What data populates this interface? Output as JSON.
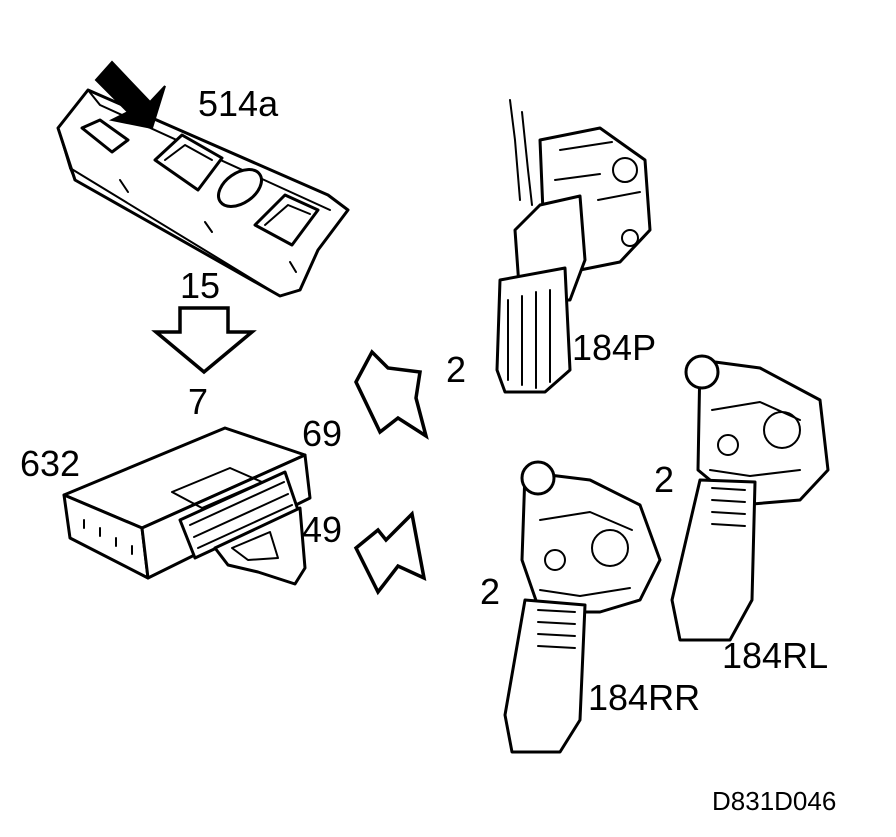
{
  "labels": {
    "switch_panel": "514a",
    "arrow_switch_to_module": "15",
    "module_input": "7",
    "control_module": "632",
    "connector_upper": "69",
    "connector_lower": "49",
    "lock_front_passenger": "184P",
    "lock_rear_left": "184RL",
    "lock_rear_right": "184RR",
    "signal_upper_arrow": "2",
    "signal_rear_left": "2",
    "signal_rear_right": "2",
    "figure_id": "D831D046"
  }
}
